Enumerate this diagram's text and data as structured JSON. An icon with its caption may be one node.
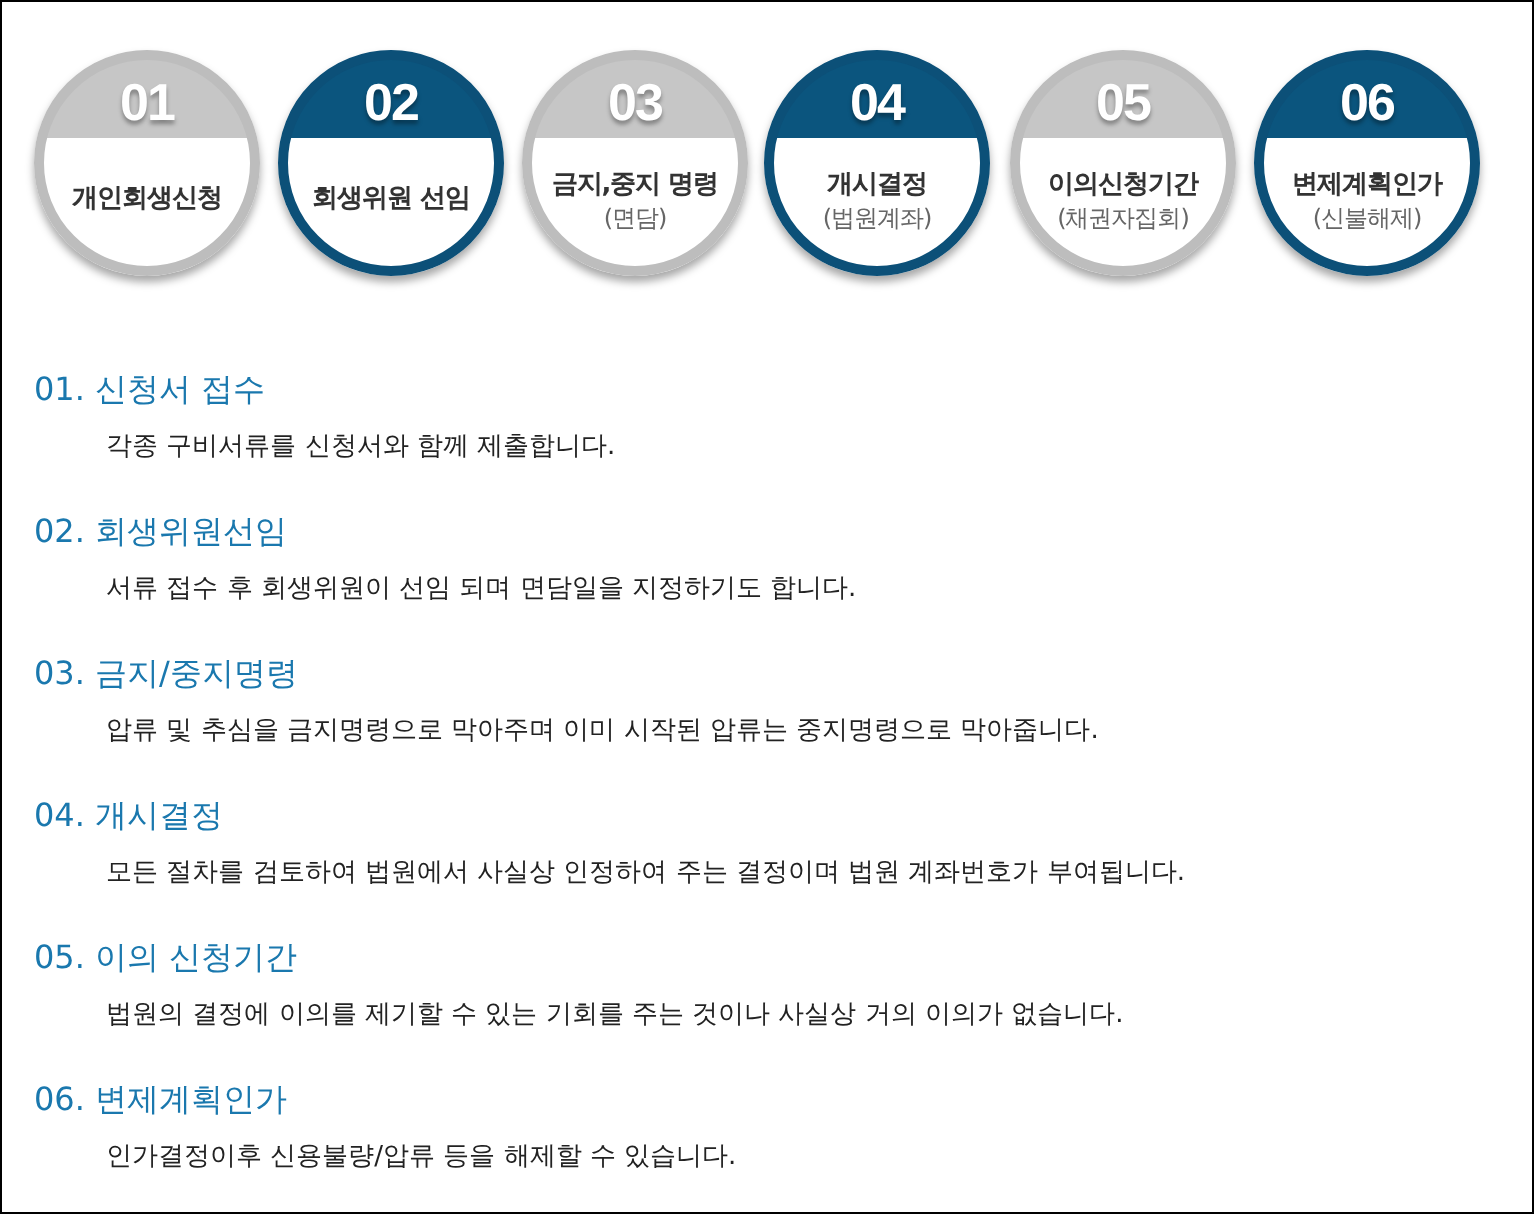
{
  "diagram": {
    "nodes": [
      {
        "text": [
          "01",
          "개인회생신청"
        ]
      },
      {
        "text": [
          "02",
          "회생위원 선임"
        ]
      },
      {
        "text": [
          "03",
          "금지,중지 명령",
          "(면담)"
        ]
      },
      {
        "text": [
          "04",
          "개시결정",
          "(법원계좌)"
        ]
      },
      {
        "text": [
          "05",
          "이의신청기간",
          "(채권자집회)"
        ]
      },
      {
        "text": [
          "06",
          "변제계획인가",
          "(신불해제)"
        ]
      }
    ],
    "labels": [
      "01. 신청서 접수",
      "각종 구비서류를 신청서와 함께 제출합니다.",
      "02. 회생위원선임",
      "서류 접수 후 회생위원이 선임 되며 면담일을 지정하기도 합니다.",
      "03. 금지/중지명령",
      "압류 및 추심을 금지명령으로 막아주며 이미 시작된 압류는 중지명령으로 막아줍니다.",
      "04. 개시결정",
      "모든 절차를 검토하여 법원에서 사실상 인정하여 주는 결정이며 법원 계좌번호가 부여됩니다.",
      "05. 이의 신청기간",
      "법원의 결정에 이의를 제기할 수 있는 기회를 주는 것이나 사실상 거의 이의가 없습니다.",
      "06. 변제계획인가",
      "인가결정이후 신용불량/압류 등을 해제할 수 있습니다."
    ]
  }
}
